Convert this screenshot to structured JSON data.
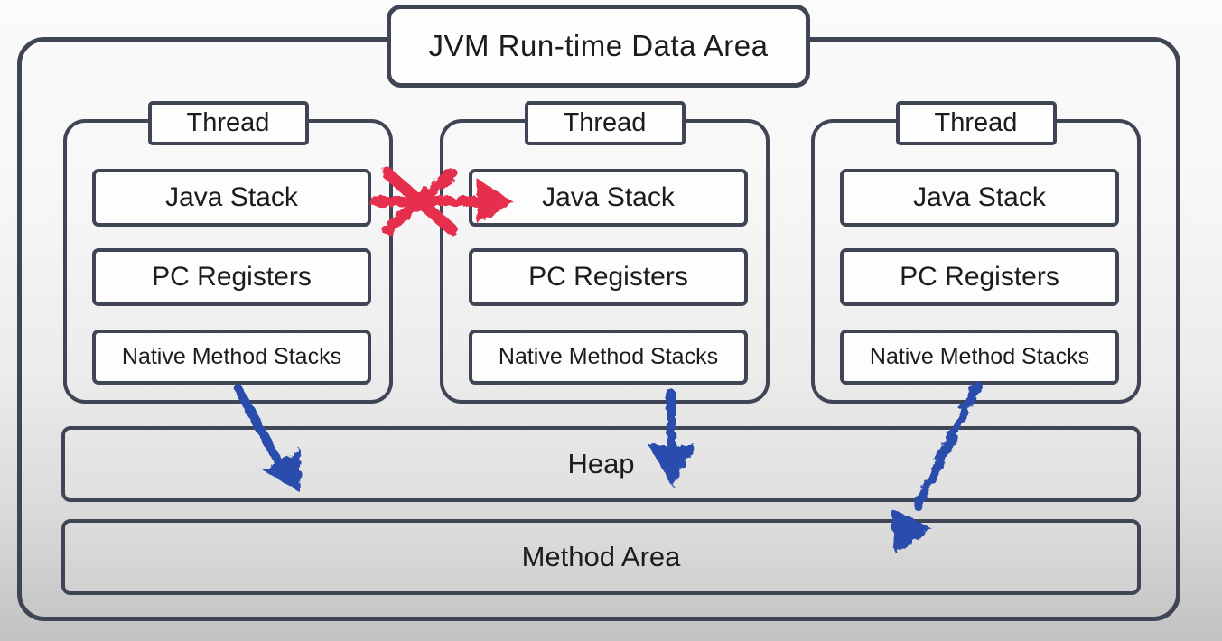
{
  "diagram": {
    "title": "JVM Run-time Data Area",
    "threads": [
      {
        "label": "Thread",
        "boxes": [
          "Java Stack",
          "PC Registers",
          "Native Method Stacks"
        ]
      },
      {
        "label": "Thread",
        "boxes": [
          "Java Stack",
          "PC Registers",
          "Native Method Stacks"
        ]
      },
      {
        "label": "Thread",
        "boxes": [
          "Java Stack",
          "PC Registers",
          "Native Method Stacks"
        ]
      }
    ],
    "shared_areas": [
      {
        "label": "Heap"
      },
      {
        "label": "Method Area"
      }
    ],
    "arrows": [
      {
        "name": "blocked-java-stack-link",
        "style": "crossed-out-arrow",
        "from": "thread-1-java-stack",
        "to": "thread-2-java-stack"
      },
      {
        "name": "thread-1-to-heap",
        "style": "arrow",
        "from": "thread-1-native-method-stacks",
        "to": "heap"
      },
      {
        "name": "thread-2-to-heap",
        "style": "arrow",
        "from": "thread-2-native-method-stacks",
        "to": "heap"
      },
      {
        "name": "thread-3-to-method-area",
        "style": "arrow",
        "from": "thread-3-native-method-stacks",
        "to": "method-area"
      }
    ],
    "colors": {
      "border": "#3f4554",
      "text": "#1c1c1c",
      "arrow_red": "#e62f4d",
      "arrow_blue": "#2b4dad"
    }
  }
}
